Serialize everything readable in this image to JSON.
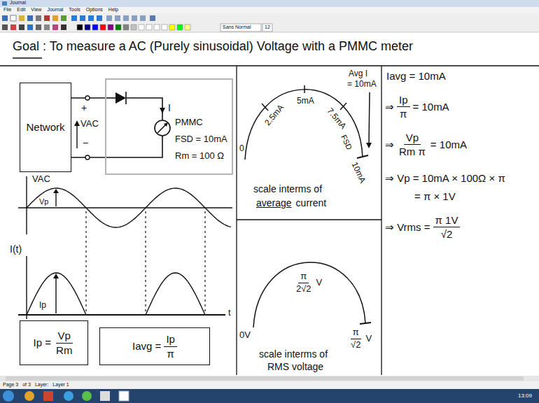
{
  "diagram": {
    "title": "Goal : To measure a AC (Purely sinusoidal) Voltage with a PMMC meter",
    "nodes": [
      {
        "text": [
          "Network"
        ]
      },
      {
        "text": [
          "PMMC",
          "FSD = 10mA",
          "Rm = 100 Ω"
        ]
      },
      {
        "text": [
          "Ip =",
          "Vp",
          "Rm"
        ]
      },
      {
        "text": [
          "Iavg =",
          "Ip",
          "π"
        ]
      }
    ],
    "edges": [
      {
        "from": 0,
        "to": 1,
        "arrow": "none"
      },
      {
        "from": 0,
        "to": 1,
        "arrow": "none"
      }
    ],
    "labels": [
      "Journal",
      "File",
      "Edit",
      "View",
      "Journal",
      "Tools",
      "Options",
      "Help",
      "Sans Normal",
      "12",
      "+",
      "VAC",
      "−",
      "I",
      "VAC",
      "Vp",
      "I(t)",
      "Ip",
      "t",
      "0",
      "2.5mA",
      "5mA",
      "7.5mA",
      "Avg I",
      "= 10mA",
      "FSD",
      "10mA",
      "scale interms of",
      "average",
      "current",
      "π",
      "2√2",
      "V",
      "0V",
      "π",
      "√2",
      "V",
      "scale interms of",
      "RMS voltage",
      "Iavg = 10mA",
      "⇒",
      "Ip",
      "π",
      "= 10mA",
      "⇒",
      "Vp",
      "Rm π",
      "= 10mA",
      "⇒ Vp = 10mA × 100Ω × π",
      "= π × 1V",
      "⇒ Vrms =",
      "π 1V",
      "√2",
      "Page 3",
      "of 3",
      "Layer:",
      "Layer 1",
      "13:09"
    ]
  }
}
